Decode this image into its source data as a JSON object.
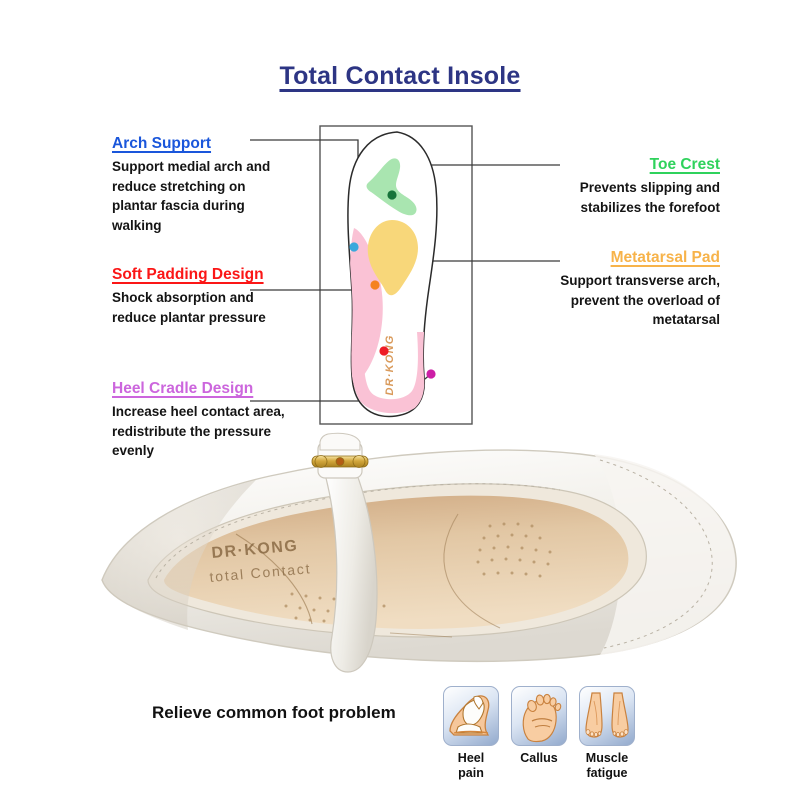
{
  "title": "Total Contact Insole",
  "colors": {
    "title": "#2d3584",
    "arch_support": "#1a56db",
    "soft_padding": "#fb1616",
    "heel_cradle": "#cc66dd",
    "toe_crest": "#2fd25c",
    "metatarsal_pad": "#f7b34a",
    "pad_pink": "#fac2d5",
    "pad_yellow": "#f8d77a",
    "pad_green": "#a9e5b0",
    "dot_arch": "#3aa8dc",
    "dot_soft": "#ee1c25",
    "dot_heel": "#cc1ea6",
    "dot_toe": "#17743a",
    "dot_meta": "#f58220",
    "brand_text": "#d99a5b"
  },
  "callouts": {
    "arch_support": {
      "heading": "Arch Support",
      "body": "Support medial arch and reduce stretching on plantar fascia during walking"
    },
    "soft_padding": {
      "heading": "Soft Padding Design",
      "body": "Shock absorption and reduce plantar pressure"
    },
    "heel_cradle": {
      "heading": "Heel Cradle Design",
      "body": "Increase heel contact area, redistribute the pressure evenly"
    },
    "toe_crest": {
      "heading": "Toe Crest",
      "body": "Prevents slipping and stabilizes the forefoot"
    },
    "metatarsal_pad": {
      "heading": "Metatarsal Pad",
      "body": "Support transverse arch, prevent the overload of metatarsal"
    }
  },
  "insole": {
    "brand_label": "DR·KONG"
  },
  "shoe": {
    "brand_line1": "DR·KONG",
    "brand_line2": "total Contact"
  },
  "bottom": {
    "relieve_text": "Relieve common foot problem",
    "problems": [
      {
        "label": "Heel\npain",
        "icon": "foot-side-bones-icon"
      },
      {
        "label": "Callus",
        "icon": "foot-top-icon"
      },
      {
        "label": "Muscle\nfatigue",
        "icon": "two-feet-front-icon"
      }
    ]
  }
}
